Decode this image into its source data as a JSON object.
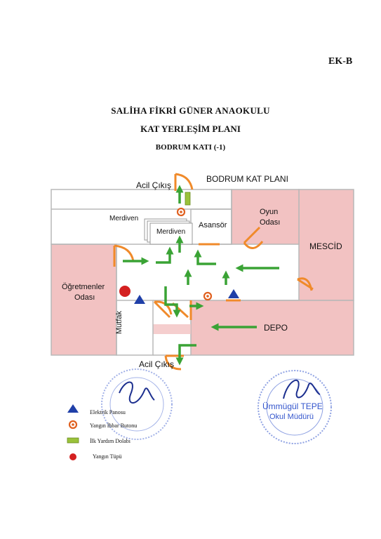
{
  "header": {
    "code": "EK-B",
    "school_name": "SALİHA FİKRİ GÜNER ANAOKULU",
    "plan_title": "KAT YERLEŞİM PLANI",
    "floor": "BODRUM KATI (-1)"
  },
  "plan": {
    "heading": "BODRUM KAT PLANI",
    "rooms": {
      "merdiven_1": "Merdiven",
      "merdiven_2": "Merdiven",
      "asansor": "Asansör",
      "oyun_1": "Oyun",
      "oyun_2": "Odası",
      "mescid": "MESCİD",
      "ogretmenler_1": "Öğretmenler",
      "ogretmenler_2": "Odası",
      "mutfak": "Mutfak",
      "depo": "DEPO"
    },
    "exits": {
      "top": "Acil Çıkış",
      "bottom": "Acil Çıkış"
    }
  },
  "legend": [
    {
      "icon": "triangle-icon",
      "label": "Elektrik Panosu"
    },
    {
      "icon": "alarm-button-icon",
      "label": "Yangın İhbar Butonu"
    },
    {
      "icon": "first-aid-cabinet-icon",
      "label": "İlk Yardım Dolabı"
    },
    {
      "icon": "fire-extinguisher-icon",
      "label": "Yangın Tüpü"
    }
  ],
  "stamp": {
    "name": "Ümmügül TEPE",
    "role": "Okul Müdürü"
  },
  "colors": {
    "room_fill": "#f2c2c2",
    "wall": "#b8b8b8",
    "arrow": "#3aa335",
    "door": "#f08a2a",
    "electric": "#1f3fa8",
    "alarm": "#e0601f",
    "extinguisher": "#d42020",
    "first_aid": "#9ac23a",
    "stamp": "#3355cc"
  }
}
